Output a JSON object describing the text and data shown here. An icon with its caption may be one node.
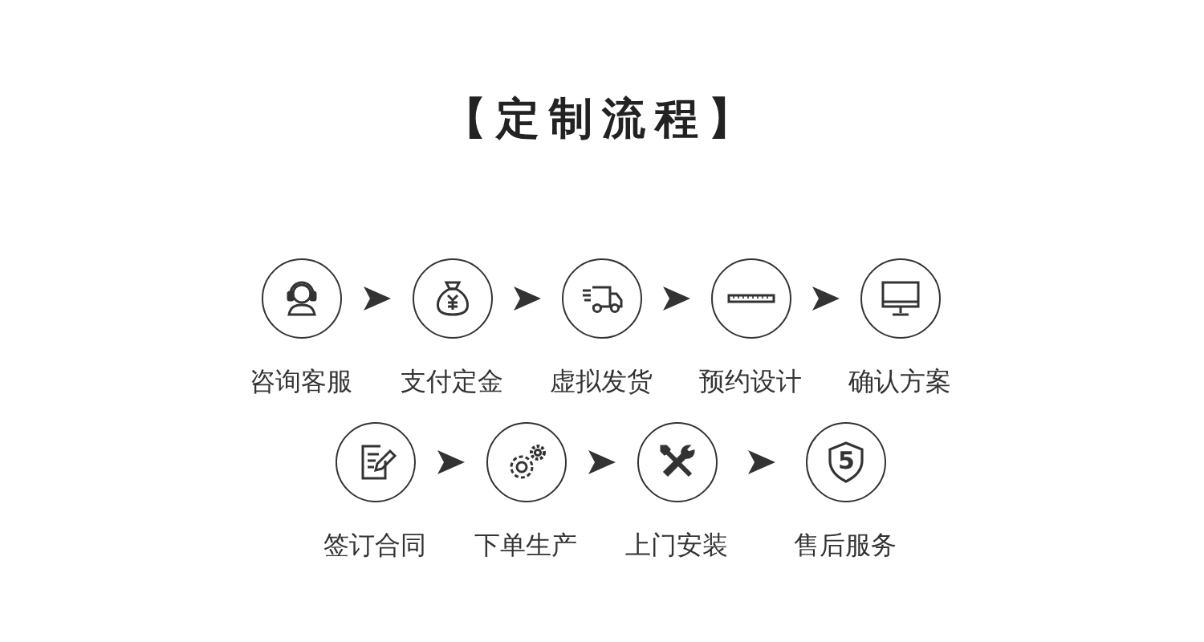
{
  "diagram": {
    "title": "【定制流程】",
    "nodes": [
      {
        "text": [
          "咨询客服"
        ]
      },
      {
        "text": [
          "支付定金"
        ]
      },
      {
        "text": [
          "虚拟发货"
        ]
      },
      {
        "text": [
          "预约设计"
        ]
      },
      {
        "text": [
          "确认方案"
        ]
      },
      {
        "text": [
          "签订合同"
        ]
      },
      {
        "text": [
          "下单生产"
        ]
      },
      {
        "text": [
          "上门安装"
        ]
      },
      {
        "text": [
          "售后服务"
        ]
      }
    ],
    "edges": [
      {
        "from": 0,
        "to": 1,
        "arrow": "to"
      },
      {
        "from": 1,
        "to": 2,
        "arrow": "to"
      },
      {
        "from": 2,
        "to": 3,
        "arrow": "to"
      },
      {
        "from": 3,
        "to": 4,
        "arrow": "to"
      },
      {
        "from": 5,
        "to": 6,
        "arrow": "to"
      },
      {
        "from": 6,
        "to": 7,
        "arrow": "to"
      },
      {
        "from": 7,
        "to": 8,
        "arrow": "to"
      }
    ],
    "labels": [
      "5"
    ]
  }
}
